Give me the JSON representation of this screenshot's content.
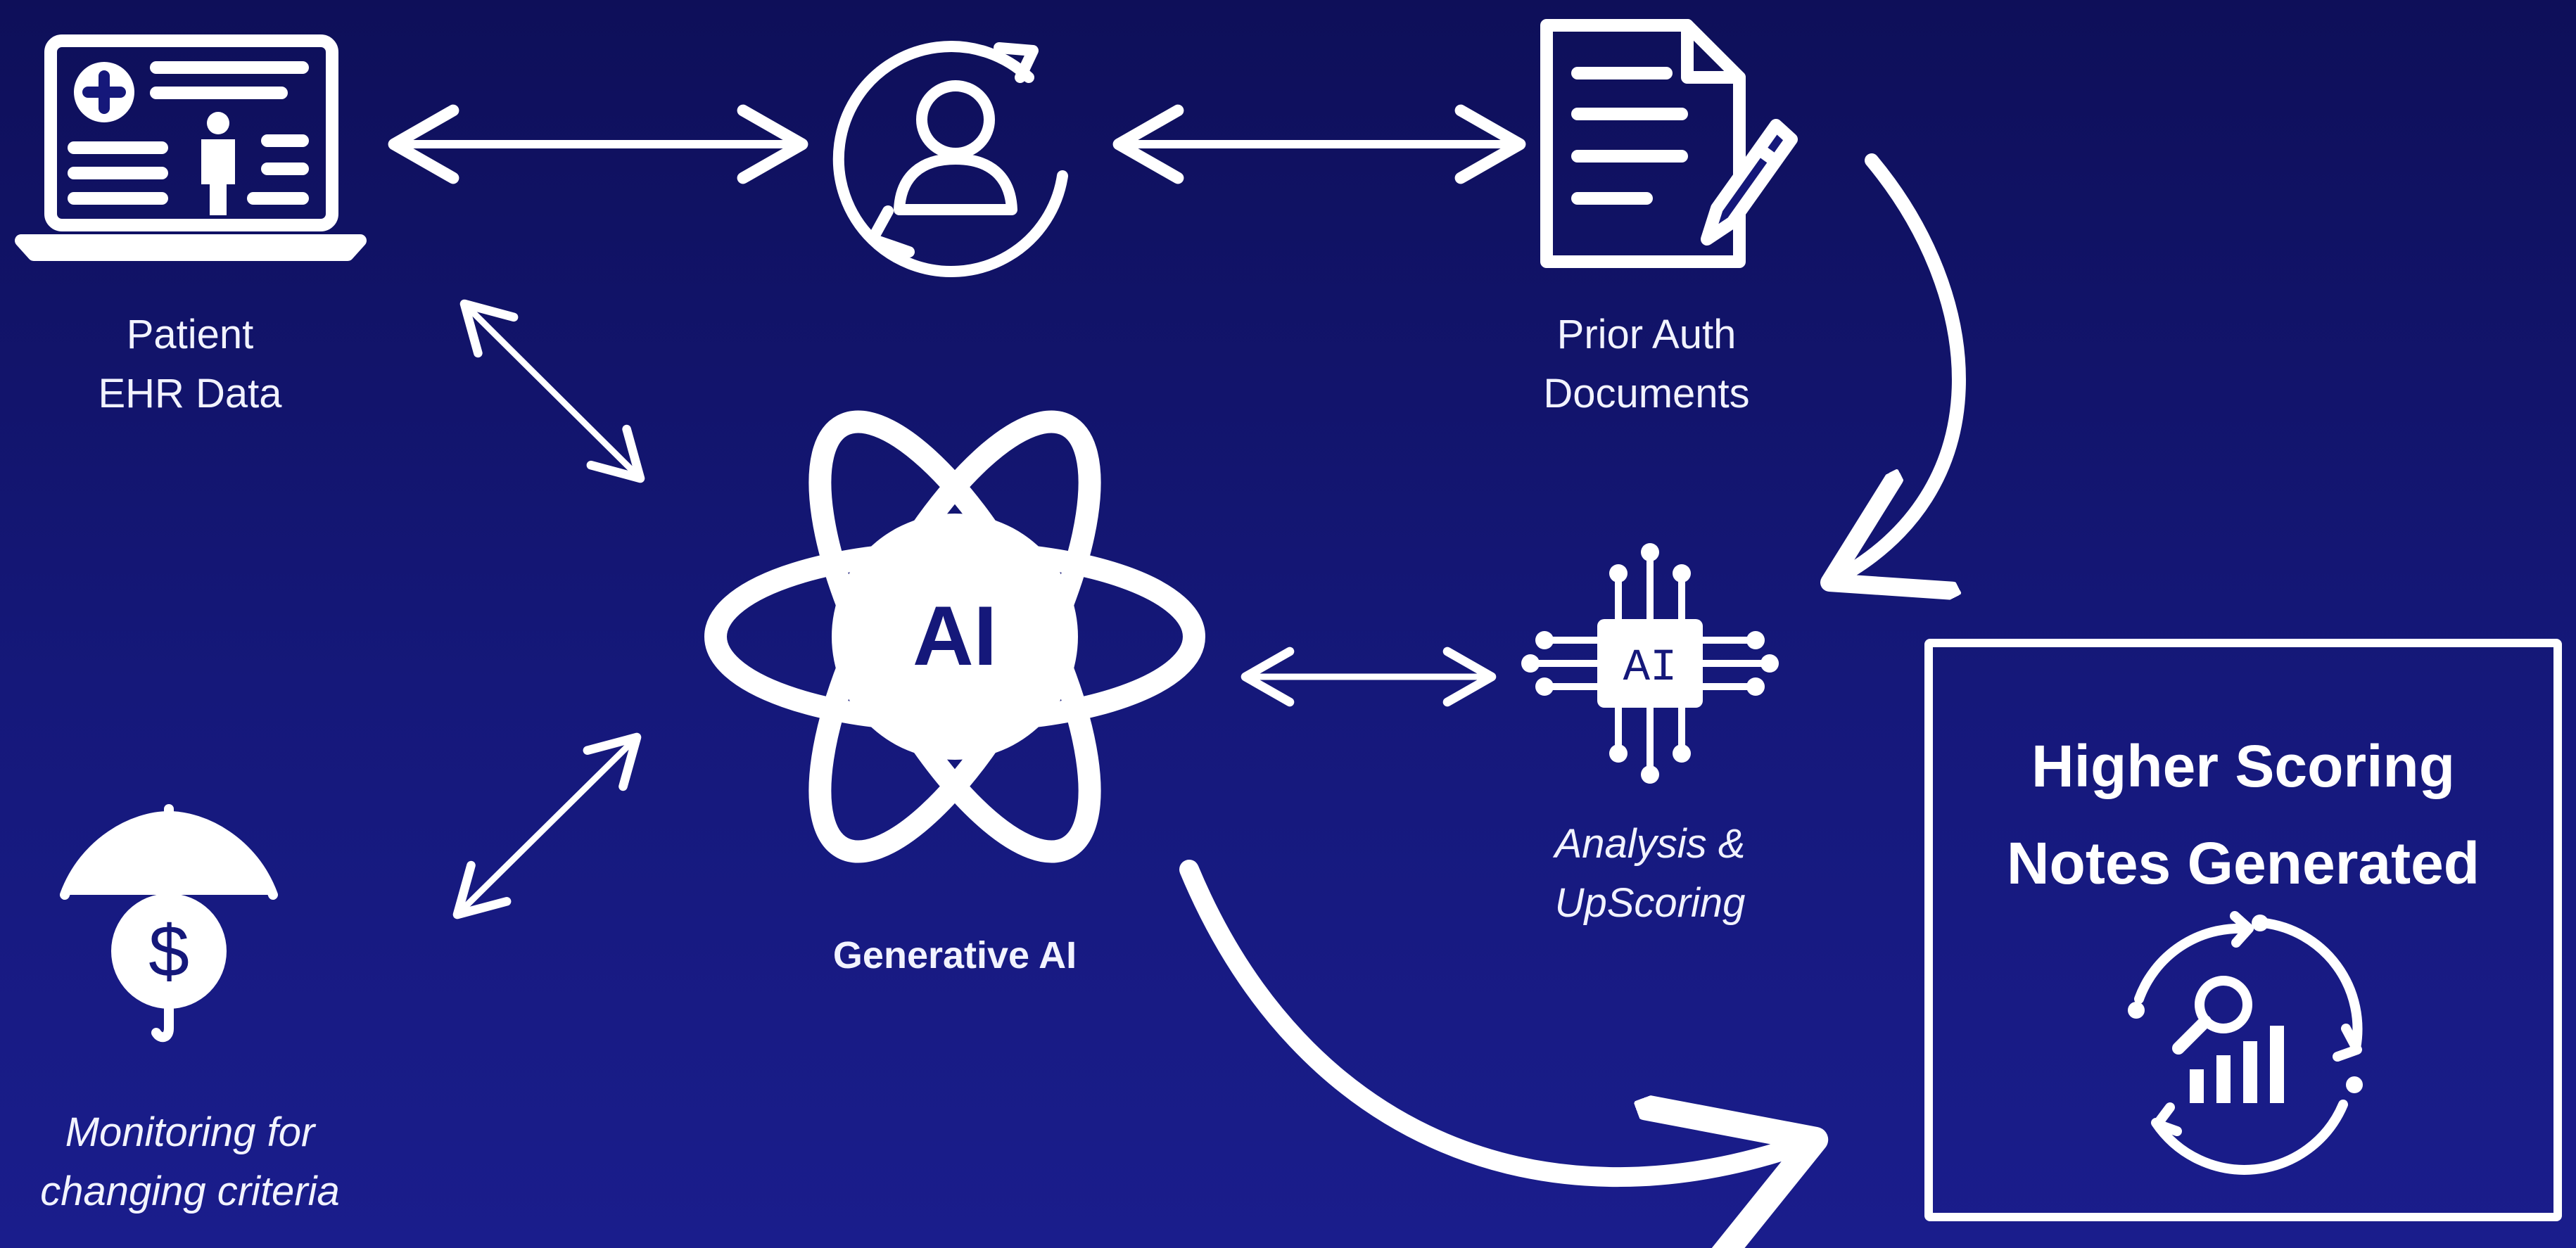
{
  "nodes": {
    "patient_ehr": {
      "lines": [
        "Patient",
        "EHR Data"
      ]
    },
    "prior_auth": {
      "lines": [
        "Prior Auth",
        "Documents"
      ]
    },
    "generative_ai": {
      "label": "Generative AI",
      "core_text": "AI"
    },
    "analysis": {
      "lines": [
        "Analysis &",
        "UpScoring"
      ],
      "chip_text": "AI"
    },
    "monitoring": {
      "lines": [
        "Monitoring for",
        "changing criteria"
      ],
      "symbol": "$"
    },
    "result": {
      "lines": [
        "Higher Scoring",
        "Notes Generated"
      ]
    }
  },
  "icons": {
    "patient_ehr": "laptop-medical-record-icon",
    "user_cycle": "user-cycle-icon",
    "prior_auth": "document-pen-icon",
    "generative_ai": "atom-ai-icon",
    "analysis": "ai-chip-icon",
    "monitoring": "umbrella-dollar-icon",
    "result": "analytics-cycle-icon"
  },
  "colors": {
    "background_top": "#0e0f59",
    "background_bottom": "#1a1d8c",
    "foreground": "#ffffff"
  }
}
